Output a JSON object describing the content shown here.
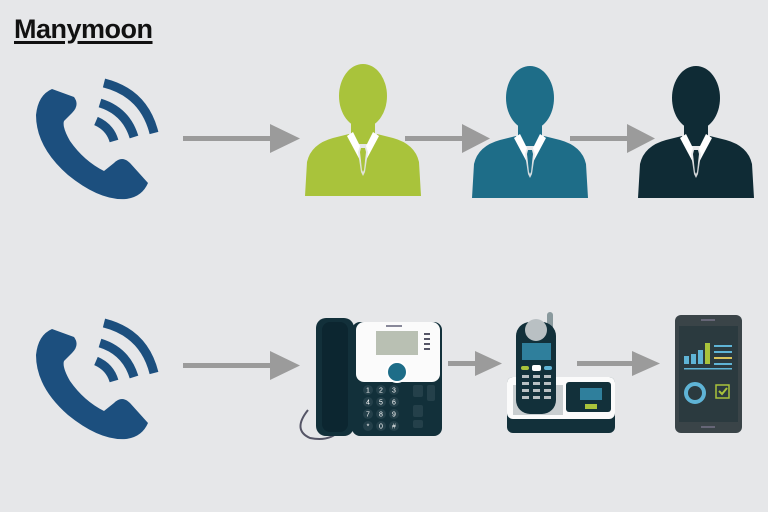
{
  "logo": {
    "text": "Manymoon"
  },
  "colors": {
    "background": "#e6e7e9",
    "phone_icon": "#1c4f7e",
    "arrow": "#9b9b9b",
    "person_1": "#a9c33b",
    "person_2": "#1e6d88",
    "person_3": "#0f2b35",
    "device_dark": "#12303a"
  },
  "rows": [
    {
      "flow": [
        "phone-call-icon",
        "arrow",
        "person-green",
        "arrow",
        "person-teal",
        "arrow",
        "person-dark"
      ]
    },
    {
      "flow": [
        "phone-call-icon",
        "arrow",
        "desk-phone",
        "arrow",
        "cordless-phone",
        "arrow",
        "smartphone"
      ]
    }
  ],
  "desk_phone": {
    "keypad": [
      "1",
      "2",
      "3",
      "4",
      "5",
      "6",
      "7",
      "8",
      "9",
      "*",
      "0",
      "#"
    ]
  }
}
